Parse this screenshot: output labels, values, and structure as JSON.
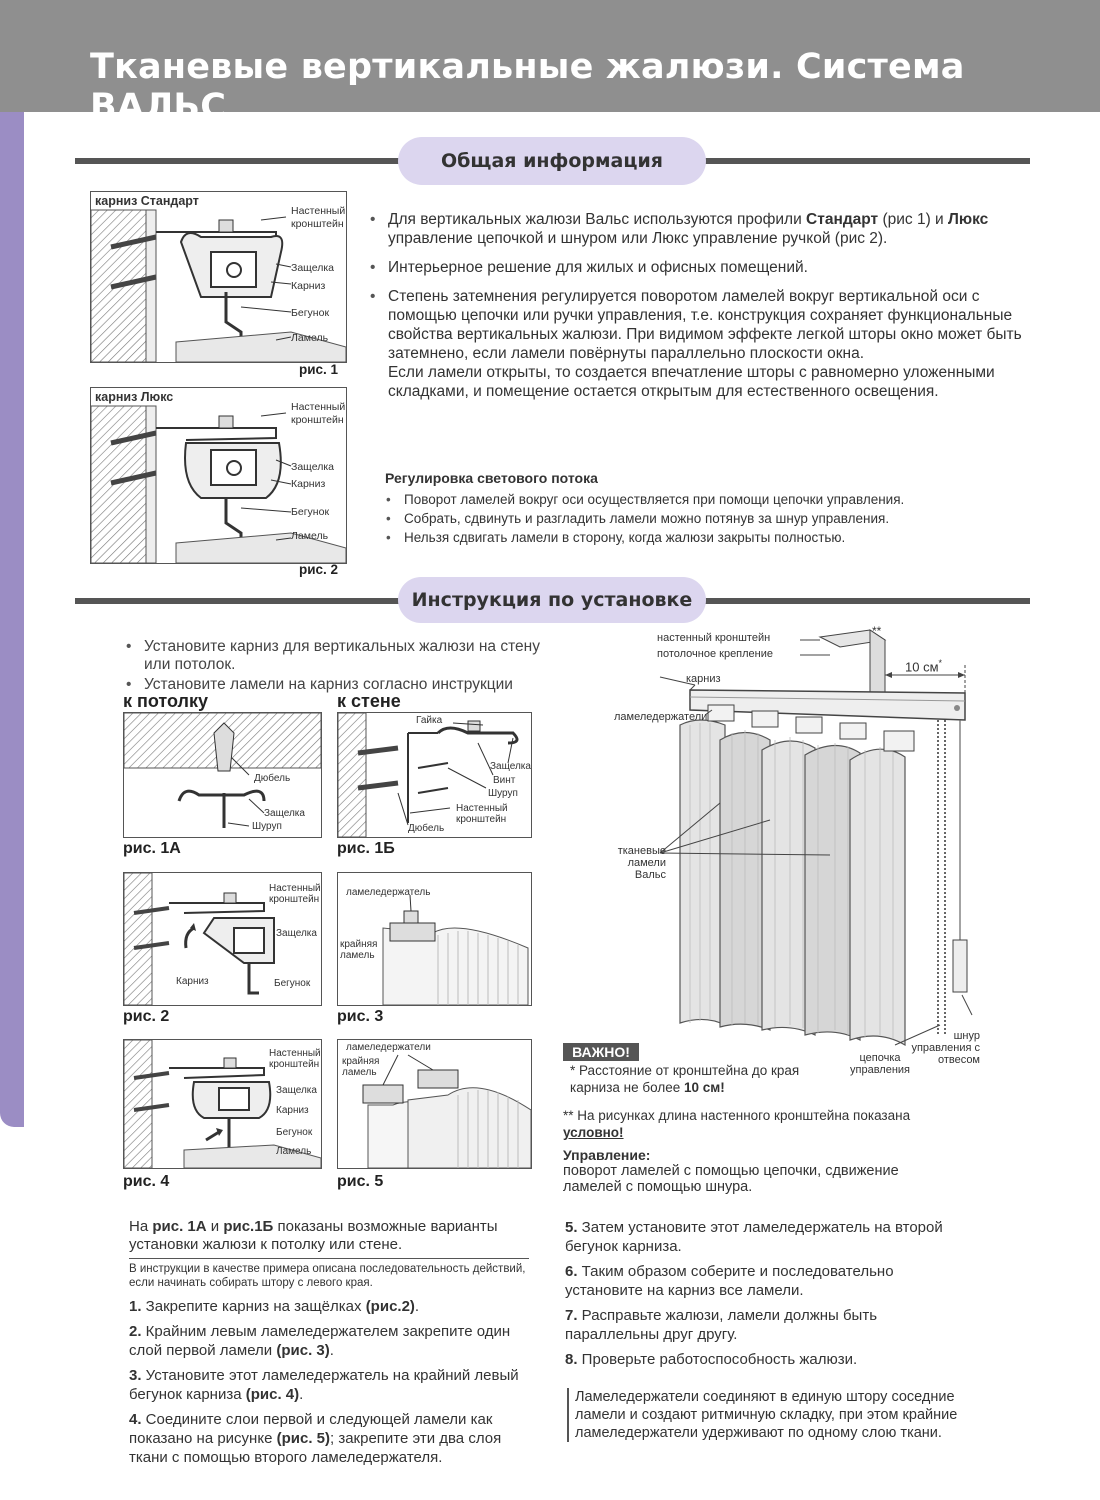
{
  "title": "Тканевые вертикальные жалюзи. Система ВАЛЬС",
  "sections": {
    "general": "Общая информация",
    "install": "Инструкция по установке"
  },
  "fig_standard": {
    "heading": "карниз Стандарт",
    "caption": "рис. 1",
    "labels": [
      "Настенный кронштейн",
      "Защелка",
      "Карниз",
      "Бегунок",
      "Ламель"
    ]
  },
  "fig_lux": {
    "heading": "карниз Люкс",
    "caption": "рис. 2",
    "labels": [
      "Настенный кронштейн",
      "Защелка",
      "Карниз",
      "Бегунок",
      "Ламель"
    ]
  },
  "general_bullets": {
    "b1_pre": "Для вертикальных жалюзи Вальс используются профили ",
    "b1_bold1": "Стандарт",
    "b1_mid": " (рис 1) и ",
    "b1_bold2": "Люкс",
    "b1_post": " управление цепочкой и шнуром или Люкс управление ручкой (рис 2).",
    "b2": "Интерьерное решение для жилых и офисных помещений.",
    "b3": "Степень затемнения регулируется поворотом ламелей вокруг вертикальной оси с помощью цепочки или ручки управления, т.е. конструкция сохраняет функциональные свойства вертикальных жалюзи. При видимом эффекте легкой шторы окно может быть затемнено, если ламели повёрнуты параллельно плоскости окна.",
    "b3b": "Если ламели открыты, то создается впечатление шторы с равномерно уложенными складками, и помещение остается открытым для естественного освещения."
  },
  "light_flow": {
    "heading": "Регулировка светового потока",
    "items": [
      "Поворот ламелей вокруг оси осуществляется при помощи цепочки управления.",
      "Собрать, сдвинуть и разгладить ламели можно потянув за шнур управления.",
      "Нельзя сдвигать ламели в сторону, когда жалюзи закрыты полностью."
    ]
  },
  "install_bullets": [
    "Установите карниз для вертикальных жалюзи на стену или потолок.",
    "Установите ламели на карниз согласно инструкции"
  ],
  "mount": {
    "ceiling": "к потолку",
    "wall": "к стене"
  },
  "fig1a": {
    "caption": "рис. 1А",
    "labels": [
      "Дюбель",
      "Защелка",
      "Шуруп"
    ]
  },
  "fig1b": {
    "caption": "рис. 1Б",
    "labels": [
      "Гайка",
      "Защелка",
      "Винт",
      "Шуруп",
      "Настенный кронштейн",
      "Дюбель"
    ]
  },
  "fig2": {
    "caption": "рис. 2",
    "labels": [
      "Настенный кронштейн",
      "Защелка",
      "Карниз",
      "Бегунок"
    ]
  },
  "fig3": {
    "caption": "рис. 3",
    "labels": [
      "ламеледержатель",
      "крайняя ламель"
    ]
  },
  "fig4": {
    "caption": "рис. 4",
    "labels": [
      "Настенный кронштейн",
      "Защелка",
      "Карниз",
      "Бегунок",
      "Ламель"
    ]
  },
  "fig5": {
    "caption": "рис. 5",
    "labels": [
      "ламеледержатели",
      "крайняя ламель"
    ]
  },
  "big_fig": {
    "labels": {
      "bracket": "настенный кронштейн",
      "ceiling": "потолочное крепление",
      "stars": "**",
      "dim": "10 см",
      "dim_star": "*",
      "cornice": "карниз",
      "holders": "ламеледержатели",
      "slats": "тканевые ламели Вальс",
      "cord": "шнур управления с отвесом",
      "chain": "цепочка управления"
    }
  },
  "important": {
    "badge": "ВАЖНО!",
    "note1_pre": "* Расстояние от кронштейна до края карниза не более ",
    "note1_bold": "10 см!",
    "note2_pre": "** На рисунках длина настенного кронштейна показана ",
    "note2_bold": "условно!"
  },
  "control": {
    "heading": "Управление:",
    "text": "поворот ламелей с помощью цепочки, сдвижение ламелей с помощью шнура."
  },
  "bottom_left": {
    "intro_pre": "На ",
    "intro_b1": "рис. 1А",
    "intro_mid": " и ",
    "intro_b2": "рис.1Б",
    "intro_post": " показаны возможные варианты установки жалюзи к потолку или стене.",
    "note": "В инструкции в качестве примера описана последовательность действий, если начинать собирать штору с левого края.",
    "steps": [
      {
        "n": "1.",
        "text": " Закрепите карниз на защёлках ",
        "ref": "(рис.2)",
        "end": "."
      },
      {
        "n": "2.",
        "text": " Крайним левым ламеледержателем закрепите один слой первой ламели ",
        "ref": "(рис. 3)",
        "end": "."
      },
      {
        "n": "3.",
        "text": " Установите этот ламеледержатель на крайний левый бегунок карниза ",
        "ref": "(рис. 4)",
        "end": "."
      },
      {
        "n": "4.",
        "text": " Соедините слои первой и следующей ламели как показано на рисунке ",
        "ref": "(рис. 5)",
        "end": "; закрепите эти два слоя ткани с помощью второго ламеледержателя."
      }
    ]
  },
  "bottom_right": {
    "steps": [
      {
        "n": "5.",
        "text": " Затем установите этот ламеледержатель на второй бегунок карниза."
      },
      {
        "n": "6.",
        "text": " Таким образом соберите и последовательно установите на карниз все ламели."
      },
      {
        "n": "7.",
        "text": " Расправьте жалюзи, ламели должны быть параллельны друг другу."
      },
      {
        "n": "8.",
        "text": " Проверьте работоспособность жалюзи."
      }
    ],
    "note": "Ламеледержатели соединяют в единую штору соседние ламели и создают ритмичную складку, при этом крайние ламеледержатели удерживают по одному слою ткани."
  }
}
